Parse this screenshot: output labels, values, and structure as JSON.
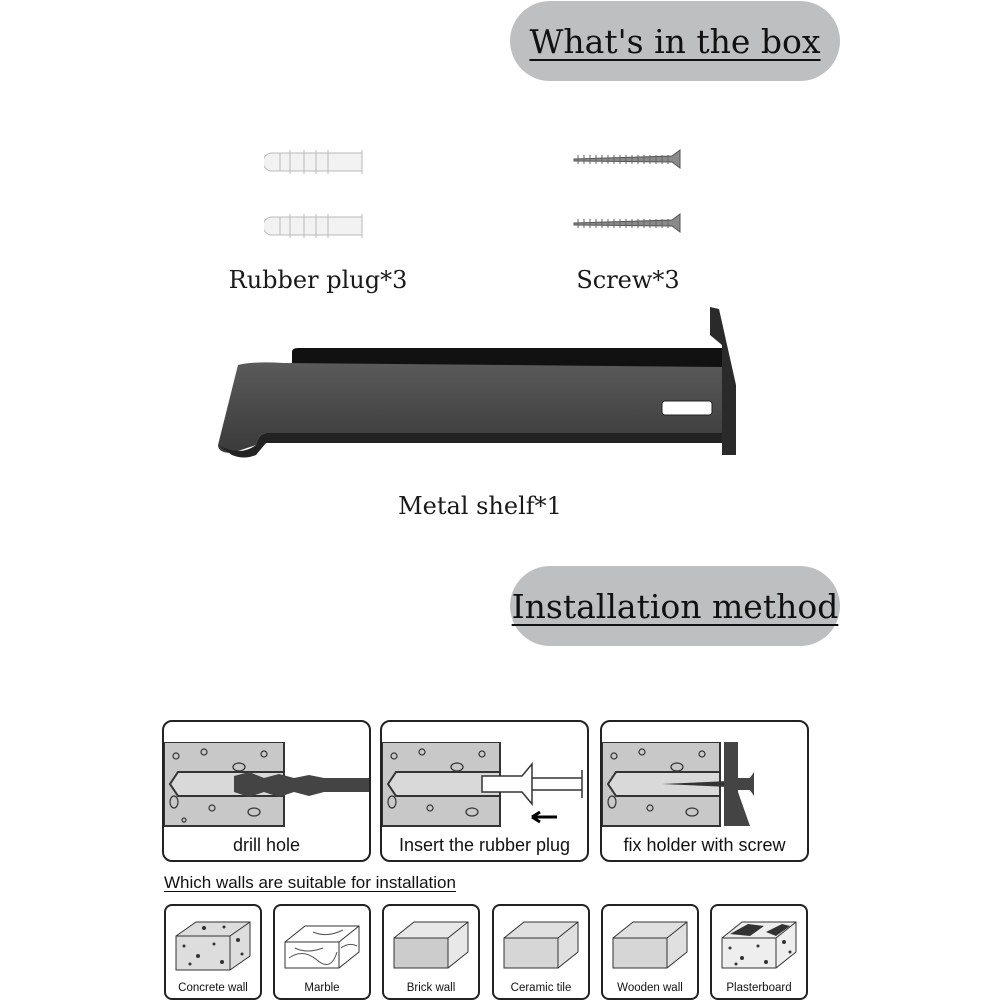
{
  "box_section": {
    "title": "What's in the box",
    "items": [
      {
        "label": "Rubber plug*3",
        "icon": "rubber-plug-icon"
      },
      {
        "label": "Screw*3",
        "icon": "screw-icon"
      },
      {
        "label": "Metal shelf*1",
        "icon": "metal-shelf-icon"
      }
    ]
  },
  "install_section": {
    "title": "Installation method",
    "steps": [
      {
        "label": "drill hole",
        "icon": "drill-icon"
      },
      {
        "label": "Insert the rubber plug",
        "icon": "plug-insert-icon"
      },
      {
        "label": "fix holder with screw",
        "icon": "screw-fix-icon"
      }
    ],
    "walls_heading": "Which walls are suitable for installation",
    "walls": [
      {
        "label": "Concrete wall",
        "icon": "concrete-icon"
      },
      {
        "label": "Marble",
        "icon": "marble-icon"
      },
      {
        "label": "Brick wall",
        "icon": "brick-icon"
      },
      {
        "label": "Ceramic tile",
        "icon": "ceramic-icon"
      },
      {
        "label": "Wooden wall",
        "icon": "wood-icon"
      },
      {
        "label": "Plasterboard",
        "icon": "plasterboard-icon"
      }
    ]
  },
  "colors": {
    "pill": "#bebfc0",
    "shelf": "#3c3c3c",
    "concrete": "#c8c8c8"
  }
}
